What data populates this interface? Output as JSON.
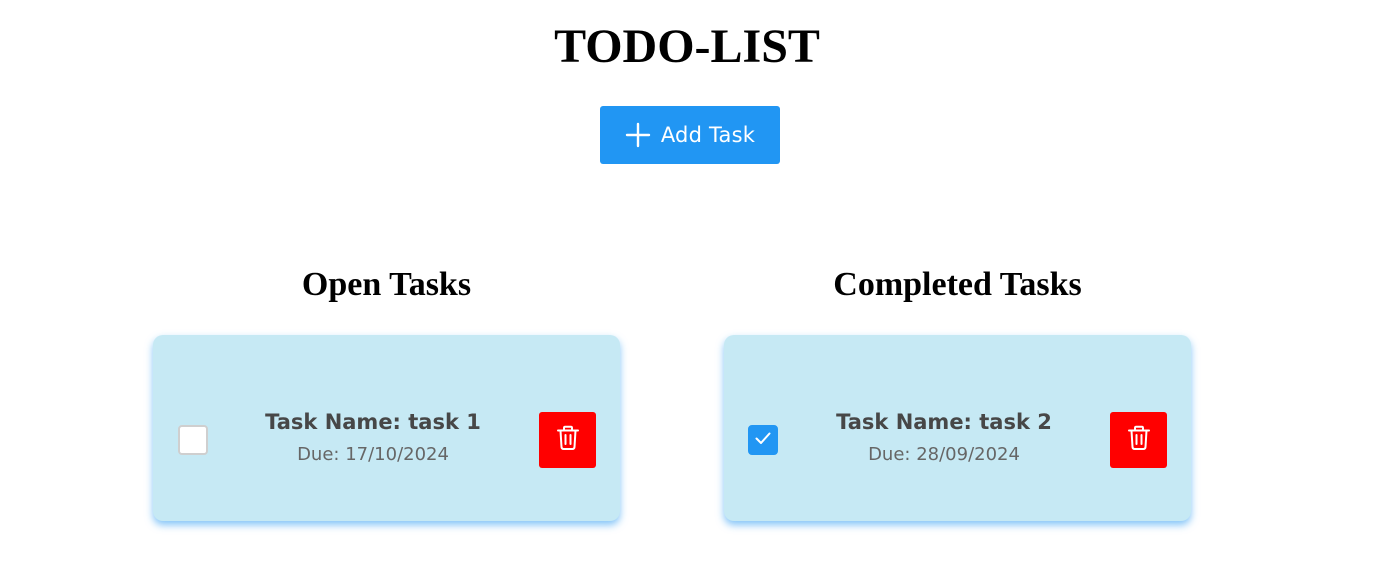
{
  "app": {
    "title": "TODO-LIST"
  },
  "toolbar": {
    "add_label": "Add Task",
    "add_icon": "plus-icon",
    "accent_color": "#2196f3"
  },
  "columns": {
    "open": {
      "title": "Open Tasks",
      "tasks": [
        {
          "name": "Task Name: task 1",
          "due": "Due: 17/10/2024",
          "completed": false
        }
      ]
    },
    "completed": {
      "title": "Completed Tasks",
      "tasks": [
        {
          "name": "Task Name: task 2",
          "due": "Due: 28/09/2024",
          "completed": true
        }
      ]
    }
  },
  "icons": {
    "delete": "trash-icon",
    "check": "checkmark-icon"
  },
  "colors": {
    "card_background": "#c6e9f4",
    "delete_button": "#ff0000",
    "checkbox_checked": "#2196f3"
  }
}
